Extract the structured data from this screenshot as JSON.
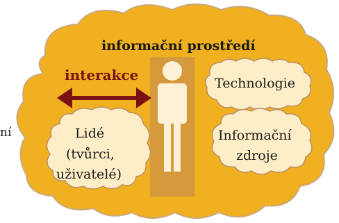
{
  "diagram": {
    "title": "informační prostředí",
    "interaction_label": "interakce",
    "technology_label": "Technologie",
    "information_sources": [
      "Informační",
      "zdroje"
    ],
    "people": [
      "Lidé",
      "(tvůrci,",
      "uživatelé)"
    ],
    "cut_off_text": "ní"
  },
  "colors": {
    "cloud_fill": "#f0b020",
    "cloud_stroke": "#c9a880",
    "bubble_fill": "#fdeec8",
    "person_panel": "#d49a3c",
    "person_figure": "#fff0d8",
    "arrow": "#7a1212"
  },
  "icons": {
    "person": "person-silhouette-icon",
    "arrow": "double-headed-arrow-icon"
  }
}
